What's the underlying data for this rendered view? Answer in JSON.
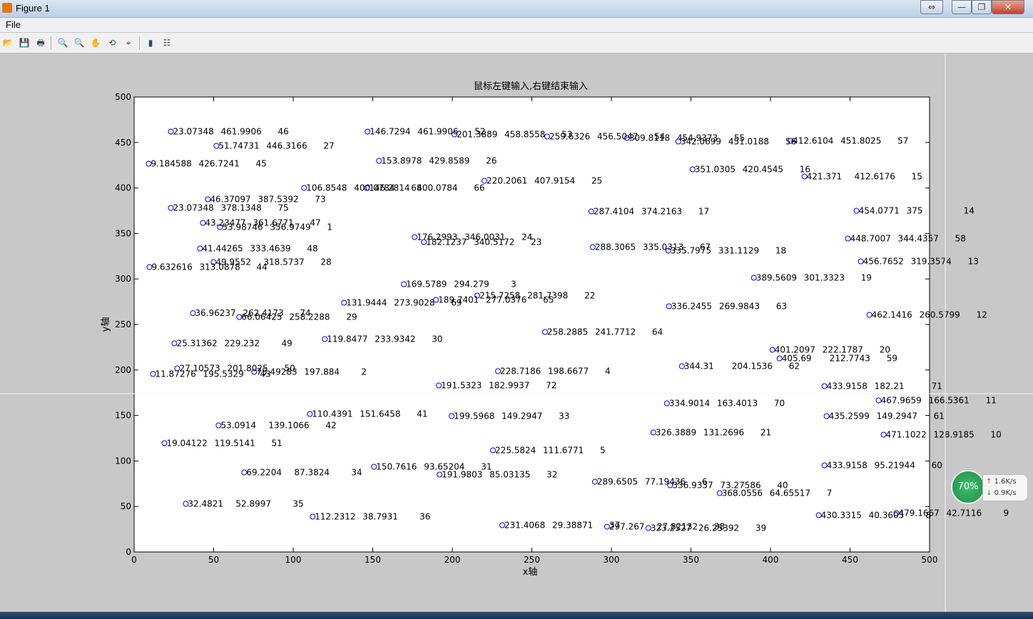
{
  "window": {
    "title": "Figure 1",
    "btn_restore": "⇔",
    "btn_min": "—",
    "btn_max": "❐",
    "btn_close": "✕"
  },
  "menu": {
    "file": "File"
  },
  "toolbar": {
    "icons": [
      "open-icon",
      "save-icon",
      "print-icon",
      "zoom-in-icon",
      "zoom-out-icon",
      "pan-icon",
      "rotate-icon",
      "data-cursor-icon",
      "colorbar-icon",
      "legend-icon"
    ]
  },
  "network": {
    "percent": "70%",
    "up": "1.6K/s",
    "down": "0.9K/s"
  },
  "chart_data": {
    "type": "scatter",
    "title": "鼠标左键输入,右键结束输入",
    "xlabel": "x轴",
    "ylabel": "y轴",
    "xlim": [
      0,
      500
    ],
    "ylim": [
      0,
      500
    ],
    "x_ticks": [
      "0",
      "50",
      "100",
      "150",
      "200",
      "250",
      "300",
      "350",
      "400",
      "450",
      "500"
    ],
    "y_ticks": [
      "0",
      "50",
      "100",
      "150",
      "200",
      "250",
      "300",
      "350",
      "400",
      "450",
      "500"
    ],
    "grid": false,
    "marker": "circle",
    "marker_color": "#0000ff",
    "points": [
      {
        "x": 23.07348,
        "y": 461.9906,
        "n": "46"
      },
      {
        "x": 146.7294,
        "y": 461.9906,
        "n": "52"
      },
      {
        "x": 201.3889,
        "y": 458.8558,
        "n": "53"
      },
      {
        "x": 259.6326,
        "y": 456.5047,
        "n": "54"
      },
      {
        "x": 309.8118,
        "y": 454.9373,
        "n": "55"
      },
      {
        "x": 342.0699,
        "y": 451.0188,
        "n": "56"
      },
      {
        "x": 412.6104,
        "y": 451.8025,
        "n": "57"
      },
      {
        "x": 51.74731,
        "y": 446.3166,
        "n": "27"
      },
      {
        "x": 9.184588,
        "y": 426.7241,
        "n": "45"
      },
      {
        "x": 153.8978,
        "y": 429.8589,
        "n": "26"
      },
      {
        "x": 351.0305,
        "y": 420.4545,
        "n": "16"
      },
      {
        "x": 421.371,
        "y": 412.6176,
        "n": "15"
      },
      {
        "x": 106.8548,
        "y": 400.0784,
        "n": "68"
      },
      {
        "x": 146.2814,
        "y": 400.0784,
        "n": "66"
      },
      {
        "x": 220.2061,
        "y": 407.9154,
        "n": "25"
      },
      {
        "x": 46.37097,
        "y": 387.5392,
        "n": "73"
      },
      {
        "x": 23.07348,
        "y": 378.1348,
        "n": "75"
      },
      {
        "x": 287.4104,
        "y": 374.2163,
        "n": "17"
      },
      {
        "x": 454.0771,
        "y": 375,
        "n": "14"
      },
      {
        "x": 43.23477,
        "y": 361.6771,
        "n": "47"
      },
      {
        "x": 53.98746,
        "y": 356.9749,
        "n": "1"
      },
      {
        "x": 176.2993,
        "y": 346.0031,
        "n": "24"
      },
      {
        "x": 182.1237,
        "y": 340.5172,
        "n": "23"
      },
      {
        "x": 448.7007,
        "y": 344.4357,
        "n": "58"
      },
      {
        "x": 41.44265,
        "y": 333.4639,
        "n": "48"
      },
      {
        "x": 288.3065,
        "y": 335.0313,
        "n": "67"
      },
      {
        "x": 335.7975,
        "y": 331.1129,
        "n": "18"
      },
      {
        "x": 49.9552,
        "y": 318.5737,
        "n": "28"
      },
      {
        "x": 9.632616,
        "y": 313.0878,
        "n": "44"
      },
      {
        "x": 456.7652,
        "y": 319.3574,
        "n": "13"
      },
      {
        "x": 389.5609,
        "y": 301.3323,
        "n": "19"
      },
      {
        "x": 169.5789,
        "y": 294.279,
        "n": "3"
      },
      {
        "x": 215.7258,
        "y": 281.7398,
        "n": "22"
      },
      {
        "x": 131.9444,
        "y": 273.9028,
        "n": "69"
      },
      {
        "x": 189.7401,
        "y": 277.0376,
        "n": "65"
      },
      {
        "x": 336.2455,
        "y": 269.9843,
        "n": "63"
      },
      {
        "x": 36.96237,
        "y": 262.4173,
        "n": "74"
      },
      {
        "x": 66.06425,
        "y": 258.2288,
        "n": "29"
      },
      {
        "x": 462.1416,
        "y": 260.5799,
        "n": "12"
      },
      {
        "x": 258.2885,
        "y": 241.7712,
        "n": "64"
      },
      {
        "x": 119.8477,
        "y": 233.9342,
        "n": "30"
      },
      {
        "x": 25.31362,
        "y": 229.232,
        "n": "49"
      },
      {
        "x": 401.2097,
        "y": 222.1787,
        "n": "20"
      },
      {
        "x": 405.69,
        "y": 212.7743,
        "n": "59"
      },
      {
        "x": 344.31,
        "y": 204.1536,
        "n": "62"
      },
      {
        "x": 27.10573,
        "y": 201.8025,
        "n": "50"
      },
      {
        "x": 75.49283,
        "y": 197.884,
        "n": "2"
      },
      {
        "x": 228.7186,
        "y": 198.6677,
        "n": "4"
      },
      {
        "x": 11.87276,
        "y": 195.5329,
        "n": "43"
      },
      {
        "x": 191.5323,
        "y": 182.9937,
        "n": "72"
      },
      {
        "x": 433.9158,
        "y": 182.21,
        "n": "71"
      },
      {
        "x": 334.9014,
        "y": 163.4013,
        "n": "70"
      },
      {
        "x": 467.9659,
        "y": 166.5361,
        "n": "11"
      },
      {
        "x": 110.4391,
        "y": 151.6458,
        "n": "41"
      },
      {
        "x": 199.5968,
        "y": 149.2947,
        "n": "33"
      },
      {
        "x": 435.2599,
        "y": 149.2947,
        "n": "61"
      },
      {
        "x": 53.0914,
        "y": 139.1066,
        "n": "42"
      },
      {
        "x": 326.3889,
        "y": 131.2696,
        "n": "21"
      },
      {
        "x": 471.1022,
        "y": 128.9185,
        "n": "10"
      },
      {
        "x": 19.04122,
        "y": 119.5141,
        "n": "51"
      },
      {
        "x": 225.5824,
        "y": 111.6771,
        "n": "5"
      },
      {
        "x": 150.7616,
        "y": 93.65204,
        "n": "31"
      },
      {
        "x": 433.9158,
        "y": 95.21944,
        "n": "60"
      },
      {
        "x": 69.2204,
        "y": 87.3824,
        "n": "34"
      },
      {
        "x": 191.9803,
        "y": 85.03135,
        "n": "32"
      },
      {
        "x": 289.6505,
        "y": 77.19436,
        "n": "6"
      },
      {
        "x": 336.9337,
        "y": 73.27586,
        "n": "40"
      },
      {
        "x": 368.0556,
        "y": 64.65517,
        "n": "7"
      },
      {
        "x": 32.4821,
        "y": 52.8997,
        "n": "35"
      },
      {
        "x": 112.2312,
        "y": 38.7931,
        "n": "36"
      },
      {
        "x": 430.3315,
        "y": 40.3605,
        "n": "8"
      },
      {
        "x": 479.1667,
        "y": 42.7116,
        "n": "9"
      },
      {
        "x": 231.4068,
        "y": 29.38871,
        "n": "37"
      },
      {
        "x": 297.267,
        "y": 27.82132,
        "n": "38"
      },
      {
        "x": 323.2527,
        "y": 26.25392,
        "n": "39"
      }
    ]
  }
}
